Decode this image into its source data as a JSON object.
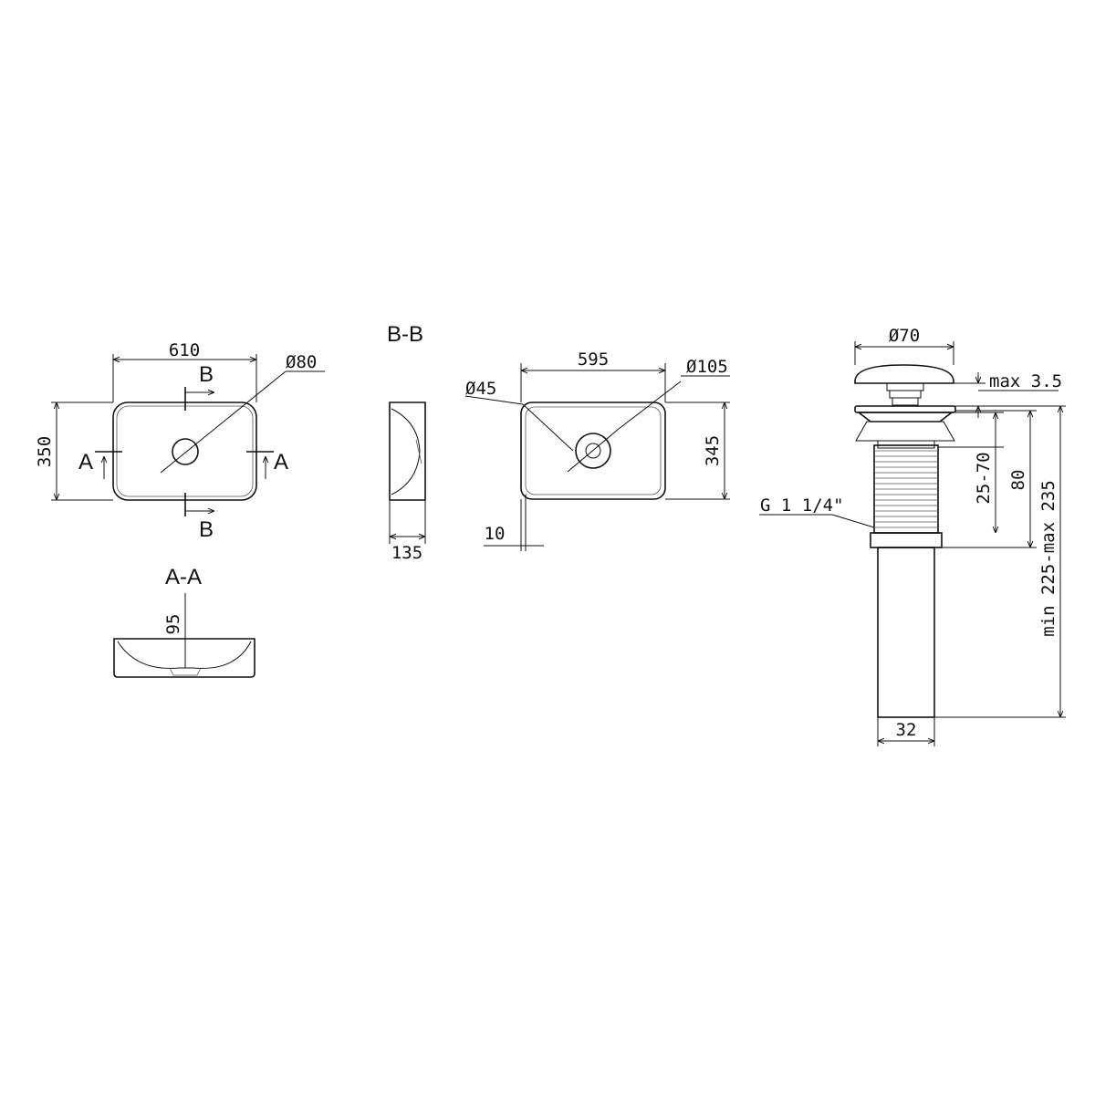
{
  "sections": {
    "b_marker": "B",
    "a_marker": "A",
    "aa_title": "A-A",
    "bb_title": "B-B"
  },
  "dims": {
    "top_width": "610",
    "top_height": "350",
    "drain_hole": "Ø80",
    "aa_depth": "95",
    "bb_height": "135",
    "bowl_width": "595",
    "bowl_height": "345",
    "outlet": "Ø45",
    "outlet_outer": "Ø105",
    "wall": "10",
    "cap_dia": "Ø70",
    "cap_gap": "max 3.5",
    "thread_range": "25-70",
    "body_height": "80",
    "total_height": "min 225-max 235",
    "thread_label": "G 1 1/4\"",
    "pipe_dia": "32"
  }
}
